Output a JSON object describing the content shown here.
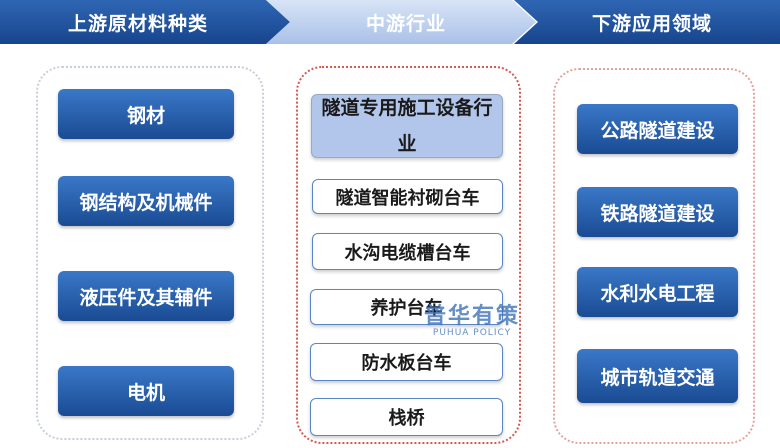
{
  "headers": [
    "上游原材料种类",
    "中游行业",
    "下游应用领域"
  ],
  "upstream": [
    "钢材",
    "钢结构及机械件",
    "液压件及其辅件",
    "电机"
  ],
  "midstream": {
    "highlight": "隧道专用施工设备行业",
    "items": [
      "隧道智能衬砌台车",
      "水沟电缆槽台车",
      "养护台车",
      "防水板台车",
      "栈桥"
    ]
  },
  "downstream": [
    "公路隧道建设",
    "铁路隧道建设",
    "水利水电工程",
    "城市轨道交通"
  ],
  "watermark": {
    "cn": "普华有策",
    "en": "PUHUA POLICY"
  }
}
